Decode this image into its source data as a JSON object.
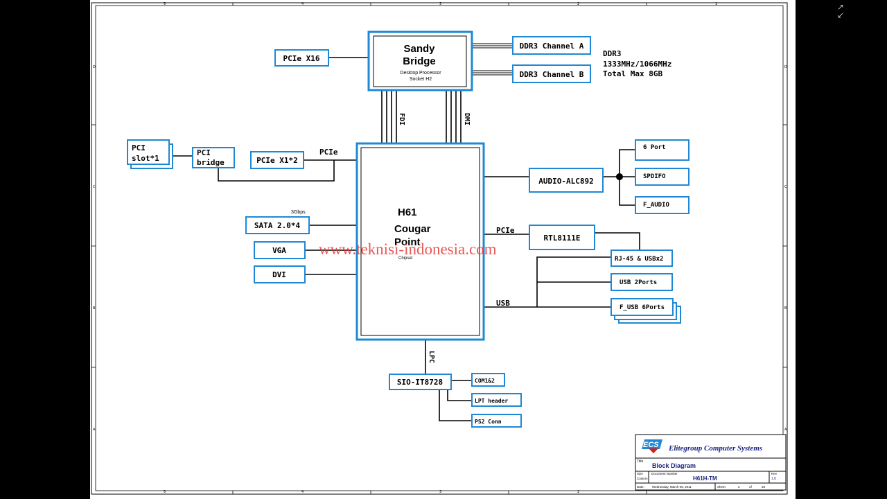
{
  "cpu": {
    "line1": "Sandy",
    "line2": "Bridge",
    "sub1": "Desktop Processor",
    "sub2": "Socket H2"
  },
  "pcie_x16": "PCIe X16",
  "ddr_a": "DDR3 Channel A",
  "ddr_b": "DDR3 Channel B",
  "ddr_info": {
    "l1": "DDR3",
    "l2": "1333MHz/1066MHz",
    "l3": "Total Max 8GB"
  },
  "fdi": "FDI",
  "dmi": "DMI",
  "pci_slot": {
    "l1": "PCI",
    "l2": "slot*1"
  },
  "pci_bridge": {
    "l1": "PCI",
    "l2": "bridge"
  },
  "pcie_x1": "PCIe X1*2",
  "pcie_label_left": "PCIe",
  "pch": {
    "l1": "H61",
    "l2": "Cougar",
    "l3": "Point",
    "sub": "Chipset"
  },
  "sata_speed": "3Gbps",
  "sata": "SATA 2.0*4",
  "vga": "VGA",
  "dvi": "DVI",
  "audio": "AUDIO-ALC892",
  "audio_outputs": [
    "6 Port",
    "SPDIFO",
    "F_AUDIO"
  ],
  "pcie_label_right": "PCIe",
  "lan": "RTL8111E",
  "rj45": "RJ-45 & USBx2",
  "usb2": "USB 2Ports",
  "fusb": "F_USB 6Ports",
  "usb_label": "USB",
  "lpc": "LPC",
  "sio": "SIO-IT8728",
  "sio_outputs": [
    "COM1&2",
    "LPT header",
    "PS2 Conn"
  ],
  "watermark": "www.teknisi-indonesia.com",
  "title_block": {
    "logo": "ECS",
    "company": "Elitegroup Computer Systems",
    "title_label": "Title",
    "title": "Block Diagram",
    "size_label": "Size",
    "size_value": "Custom",
    "docnum_label": "Document Number",
    "docnum": "H61H-TM",
    "rev_label": "Rev",
    "rev": "1.0",
    "date_label": "Date:",
    "date": "Wednesday, March 09, 2011",
    "sheet_label": "Sheet",
    "sheet": "2",
    "of_label": "of",
    "total": "33"
  },
  "border": {
    "cols_top": [
      "5",
      "4",
      "3",
      "2",
      "1"
    ],
    "rows_left": [
      "D",
      "C",
      "B",
      "A"
    ],
    "cols_bottom": [
      "5",
      "4",
      "3",
      "2",
      "1"
    ]
  },
  "icons": {
    "fullscreen": "fullscreen-icon"
  }
}
